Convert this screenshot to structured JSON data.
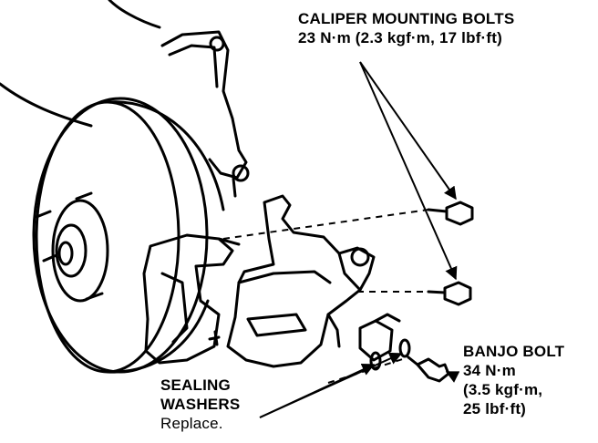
{
  "callouts": {
    "caliper_bolts": {
      "title": "CALIPER MOUNTING BOLTS",
      "spec": "23 N·m (2.3 kgf·m, 17 lbf·ft)"
    },
    "banjo_bolt": {
      "title": "BANJO BOLT",
      "spec_line1": "34 N·m",
      "spec_line2": "(3.5 kgf·m,",
      "spec_line3": "25 lbf·ft)"
    },
    "sealing_washers": {
      "title_line1": "SEALING",
      "title_line2": "WASHERS",
      "note": "Replace."
    }
  },
  "colors": {
    "ink": "#000000",
    "paper": "#ffffff"
  }
}
